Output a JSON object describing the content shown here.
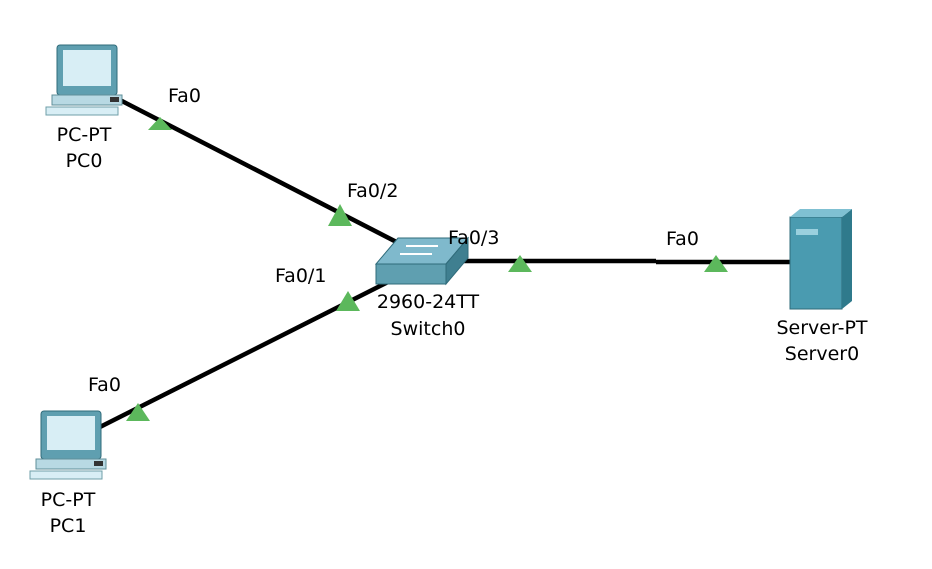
{
  "devices": {
    "pc0": {
      "model": "PC-PT",
      "name": "PC0"
    },
    "pc1": {
      "model": "PC-PT",
      "name": "PC1"
    },
    "switch0": {
      "model": "2960-24TT",
      "name": "Switch0"
    },
    "server0": {
      "model": "Server-PT",
      "name": "Server0"
    }
  },
  "ports": {
    "pc0_port": "Fa0",
    "pc1_port": "Fa0",
    "switch_to_pc0": "Fa0/2",
    "switch_to_pc1": "Fa0/1",
    "switch_to_server": "Fa0/3",
    "server_port": "Fa0"
  },
  "links": [
    {
      "from": "PC0",
      "to": "Switch0",
      "status": "up"
    },
    {
      "from": "PC1",
      "to": "Switch0",
      "status": "up"
    },
    {
      "from": "Switch0",
      "to": "Server0",
      "status": "up"
    }
  ],
  "colors": {
    "link": "#000000",
    "link_up": "#5cb85c",
    "device": "#4a9bb0"
  }
}
